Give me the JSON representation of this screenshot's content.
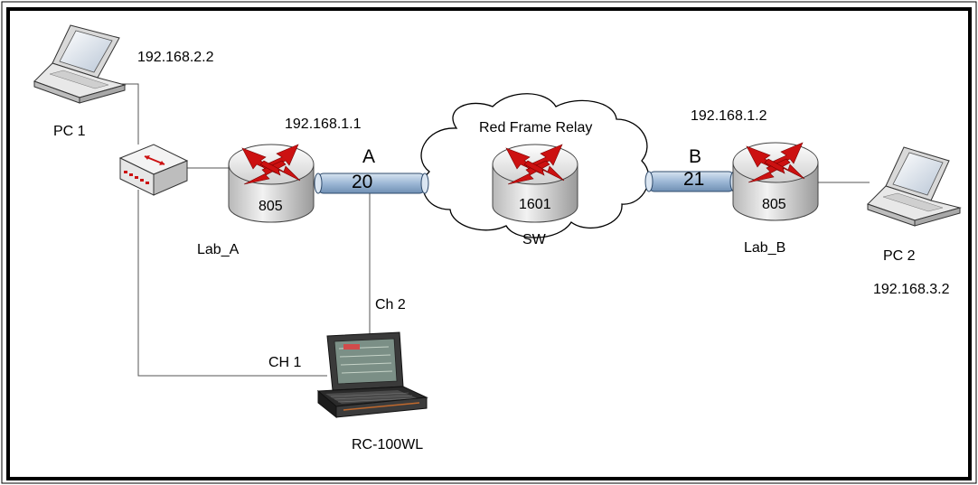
{
  "labels": {
    "pc1_ip": "192.168.2.2",
    "pc1_name": "PC 1",
    "lab_a_ip": "192.168.1.1",
    "lab_a_name": "Lab_A",
    "lab_a_model": "805",
    "link_a_letter": "A",
    "link_a_dlci": "20",
    "cloud_title": "Red Frame Relay",
    "switch_model": "1601",
    "switch_label": "SW",
    "lab_b_ip": "192.168.1.2",
    "lab_b_name": "Lab_B",
    "lab_b_model": "805",
    "link_b_letter": "B",
    "link_b_dlci": "21",
    "pc2_name": "PC 2",
    "pc2_ip": "192.168.3.2",
    "ch1": "CH 1",
    "ch2": "Ch 2",
    "analyzer": "RC-100WL"
  },
  "colors": {
    "router_red": "#cc1111",
    "router_body": "#d8d8d8",
    "cable_blue": "#a9c1dc",
    "line": "#555555"
  }
}
